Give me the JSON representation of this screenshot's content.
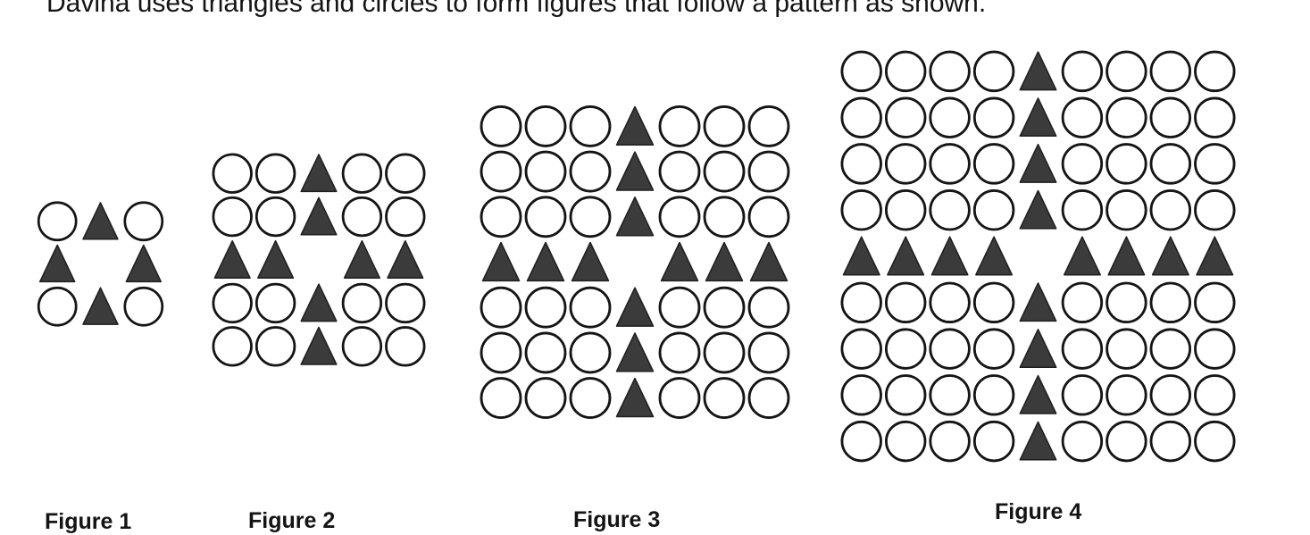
{
  "intro_text": "Davina uses triangles and circles to form figures that follow a pattern as shown.",
  "colors": {
    "ink": "#141414",
    "triangle_fill": "#3b3b3b",
    "triangle_stroke": "#1e1e1e",
    "circle_fill": "#ffffff",
    "circle_stroke": "#151515"
  },
  "figures": [
    {
      "caption": "Figure 1",
      "grid_size": 3
    },
    {
      "caption": "Figure 2",
      "grid_size": 5
    },
    {
      "caption": "Figure 3",
      "grid_size": 7
    },
    {
      "caption": "Figure 4",
      "grid_size": 9
    }
  ]
}
